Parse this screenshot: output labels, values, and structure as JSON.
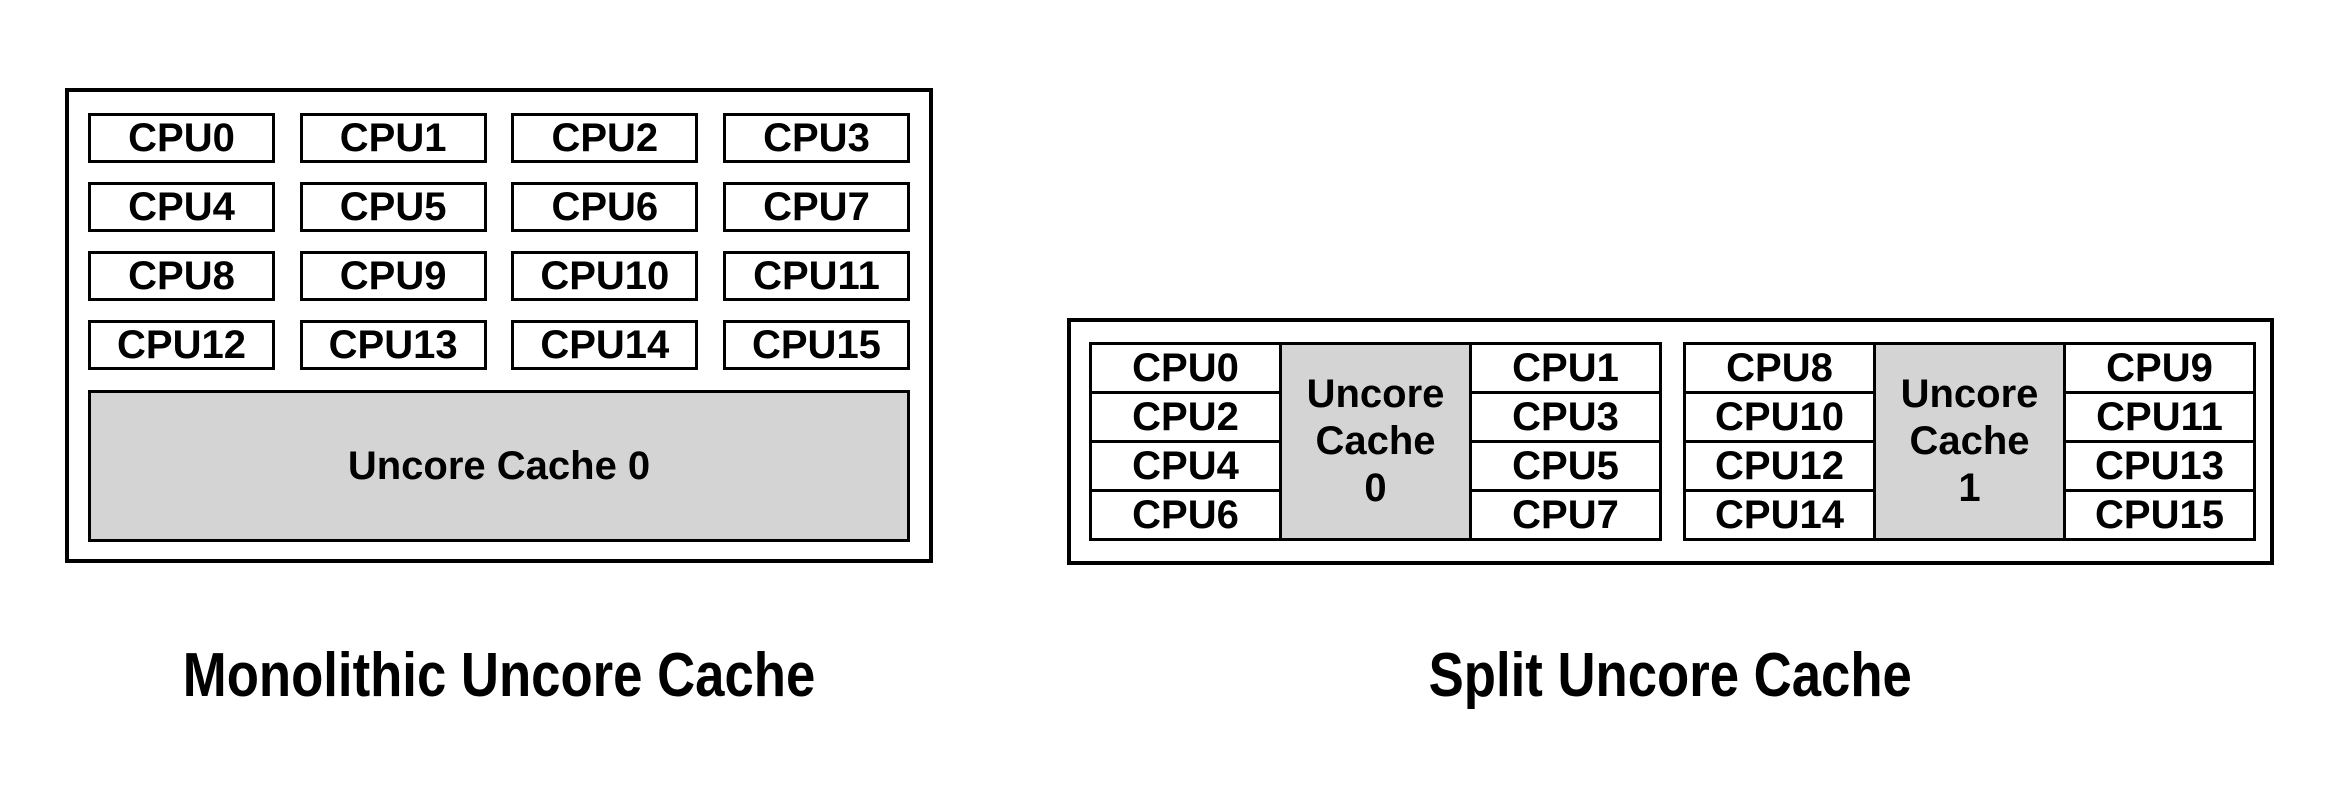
{
  "monolithic": {
    "caption": "Monolithic Uncore Cache",
    "cpu_rows": [
      [
        "CPU0",
        "CPU1",
        "CPU2",
        "CPU3"
      ],
      [
        "CPU4",
        "CPU5",
        "CPU6",
        "CPU7"
      ],
      [
        "CPU8",
        "CPU9",
        "CPU10",
        "CPU11"
      ],
      [
        "CPU12",
        "CPU13",
        "CPU14",
        "CPU15"
      ]
    ],
    "cache_label": "Uncore Cache 0"
  },
  "split": {
    "caption": "Split Uncore Cache",
    "clusters": [
      {
        "left_cpus": [
          "CPU0",
          "CPU2",
          "CPU4",
          "CPU6"
        ],
        "cache_lines": [
          "Uncore",
          "Cache",
          "0"
        ],
        "right_cpus": [
          "CPU1",
          "CPU3",
          "CPU5",
          "CPU7"
        ]
      },
      {
        "left_cpus": [
          "CPU8",
          "CPU10",
          "CPU12",
          "CPU14"
        ],
        "cache_lines": [
          "Uncore",
          "Cache",
          "1"
        ],
        "right_cpus": [
          "CPU9",
          "CPU11",
          "CPU13",
          "CPU15"
        ]
      }
    ]
  },
  "colors": {
    "cache_fill": "#d4d4d4",
    "border": "#000000",
    "background": "#ffffff",
    "text": "#000000"
  }
}
